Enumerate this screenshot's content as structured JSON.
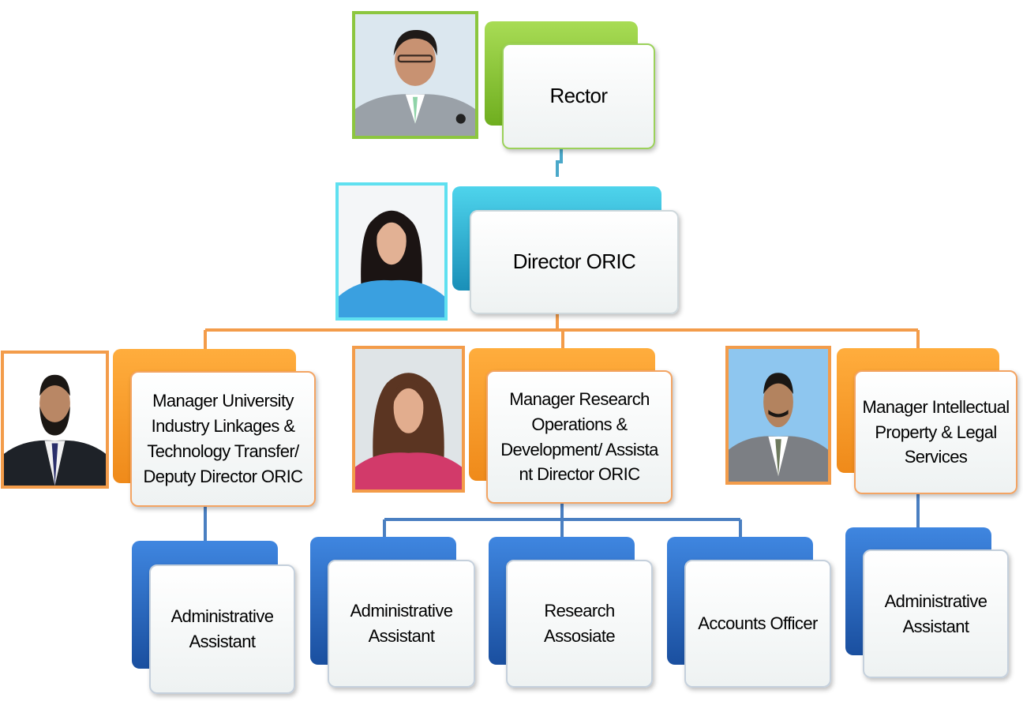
{
  "chart": {
    "rector": "Rector",
    "director": "Director  ORIC",
    "manager_linkages": "Manager University Industry Linkages & Technology Transfer/ Deputy Director ORIC",
    "manager_research": "Manager Research Operations & Development/ Assista nt Director ORIC",
    "manager_ip": "Manager Intellectual Property & Legal Services",
    "admin_assistant_1": "Administrative Assistant",
    "admin_assistant_2": "Administrative Assistant",
    "research_associate": "Research Assosiate",
    "accounts_officer": "Accounts Officer",
    "admin_assistant_3": "Administrative Assistant"
  },
  "colors": {
    "rector_level": "#8cc63f",
    "director_level": "#29b6d8",
    "manager_level": "#f7941d",
    "staff_level": "#2e6ec4",
    "connector_top": "#4aa8c9",
    "connector_manager": "#f39c4a",
    "connector_staff": "#4a7fc1"
  }
}
